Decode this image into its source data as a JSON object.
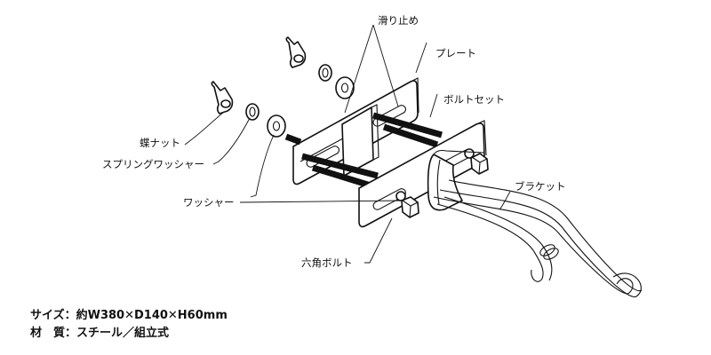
{
  "labels": {
    "anti_slip": "滑り止め",
    "plate": "プレート",
    "bolt_set": "ボルトセット",
    "wing_nut": "蝶ナット",
    "spring_washer": "スプリングワッシャー",
    "washer": "ワッシャー",
    "bracket": "ブラケット",
    "hex_bolt": "六角ボルト"
  },
  "specs": {
    "size": "サイズ：約W380✕D140✕H60mm",
    "material": "材　質：スチール／組立式"
  }
}
